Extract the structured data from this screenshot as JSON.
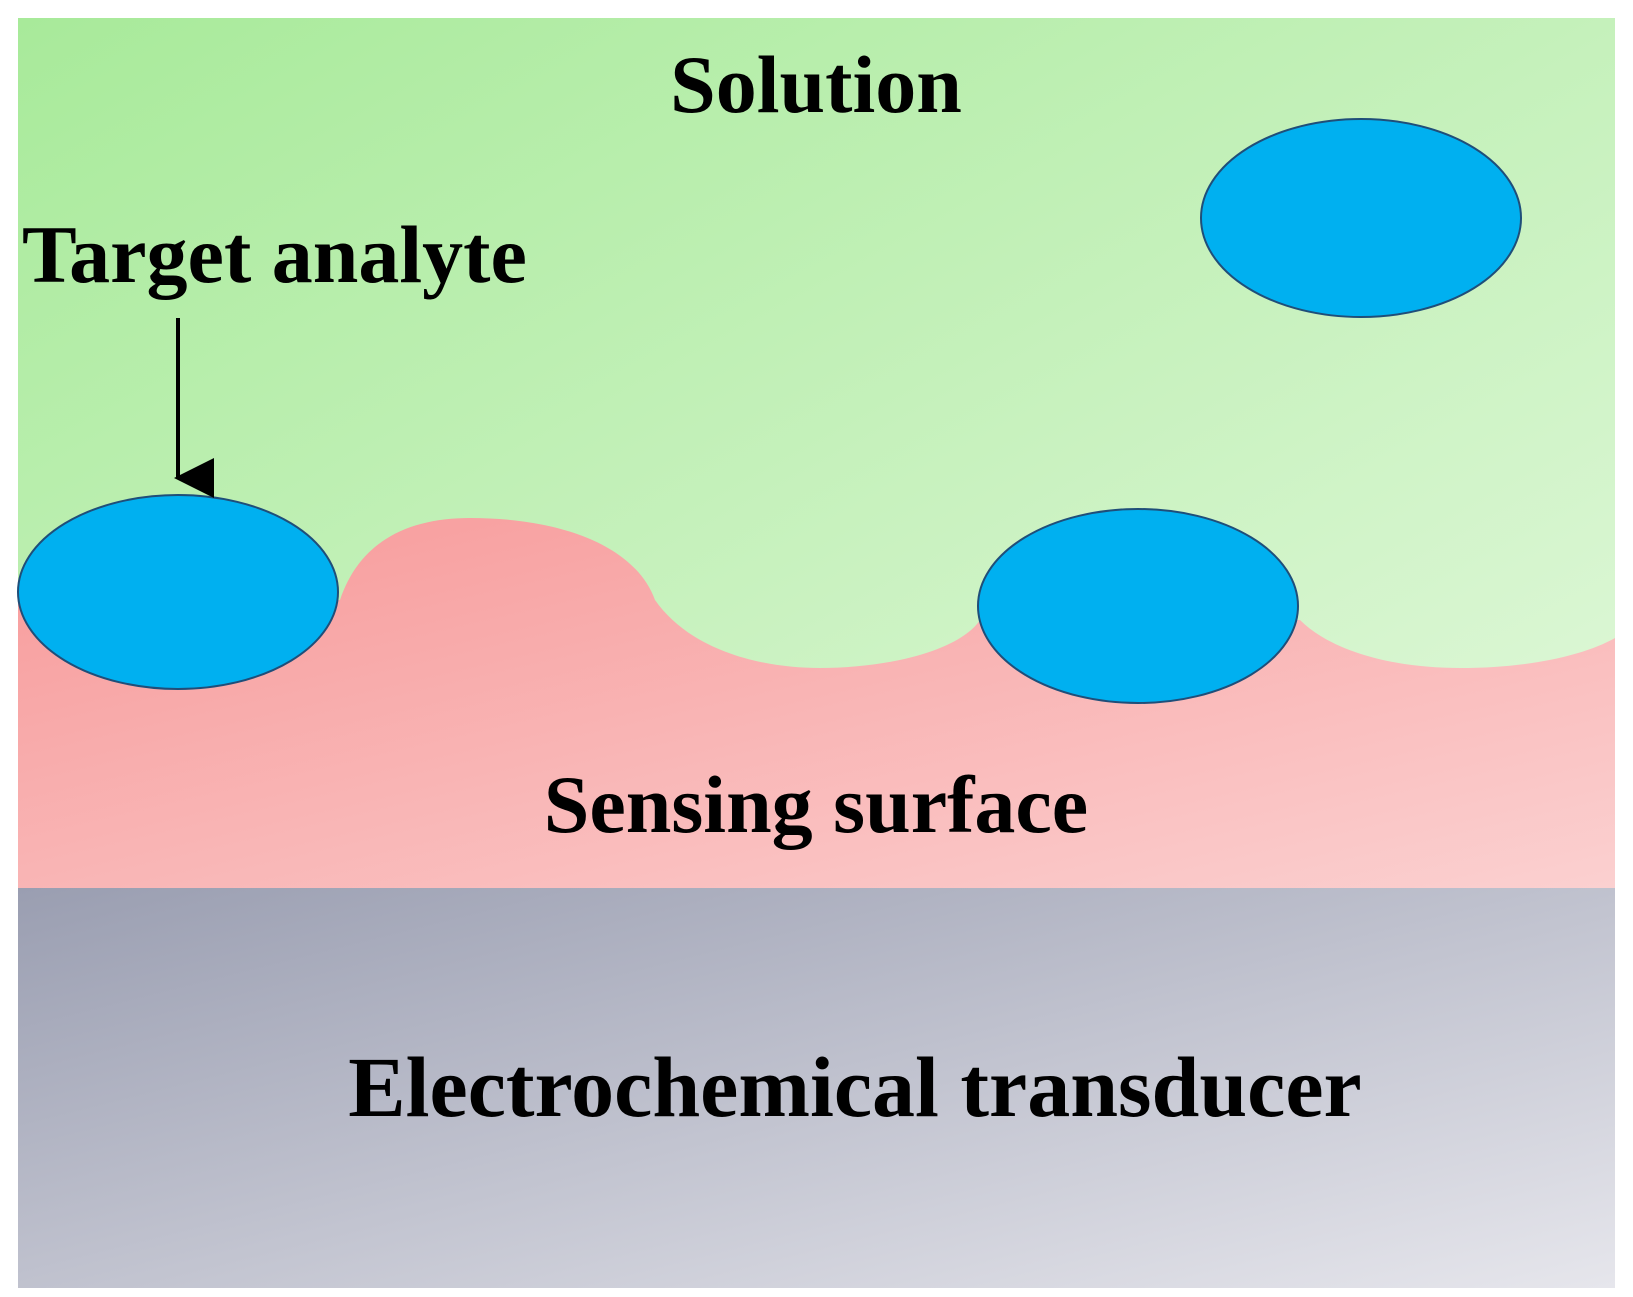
{
  "labels": {
    "solution": "Solution",
    "target_analyte": "Target analyte",
    "sensing_surface": "Sensing surface",
    "transducer": "Electrochemical transducer"
  },
  "colors": {
    "solution_start": "#a8ea9a",
    "solution_end": "#e2f8dc",
    "sensing_start": "#f79a9a",
    "sensing_end": "#fbd0d0",
    "transducer_start": "#9a9eb1",
    "transducer_end": "#e6e6ec",
    "analyte_fill": "#00b0f0",
    "analyte_stroke": "#1f4e79",
    "arrow": "#000000"
  }
}
